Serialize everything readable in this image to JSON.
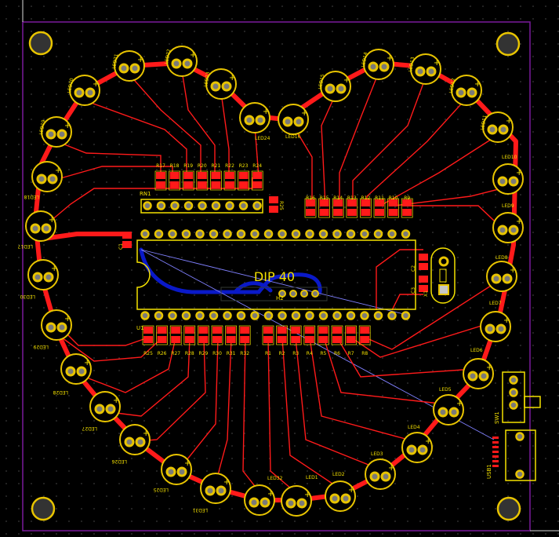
{
  "colors": {
    "background": "#000000",
    "grid_dot": "#3a3a3a",
    "outline": "#7a1a9c",
    "trace_top": "#ff1a1a",
    "trace_bottom": "#0a19c8",
    "pad_ring": "#e8c400",
    "pad_hole": "#7a7a7a",
    "pad_square": "#c8c8c8",
    "silkscreen": "#f4e100",
    "ratsnest": "#8080ff"
  },
  "components": {
    "mcu_label": "DIP 40",
    "mcu_ref": "U1",
    "resnet_ref": "RN1",
    "header_ref": "H2",
    "switch_ref": "SW1",
    "usb_ref": "USB1",
    "crystal_ref": "X1",
    "cap_refs": [
      "C1",
      "C2",
      "C3"
    ],
    "res_r25": "R25",
    "top_res_refs_left": [
      "R17",
      "R18",
      "R19",
      "R20",
      "R21",
      "R22",
      "R23",
      "R24"
    ],
    "top_res_refs_right": [
      "R16",
      "R15",
      "R14",
      "R13",
      "R12",
      "R11",
      "R10",
      "R9"
    ],
    "bottom_res_refs_left": [
      "R25",
      "R26",
      "R27",
      "R28",
      "R29",
      "R30",
      "R31",
      "R32"
    ],
    "bottom_res_refs_right": [
      "R1",
      "R2",
      "R3",
      "R4",
      "R5",
      "R6",
      "R7",
      "R8"
    ]
  },
  "leds": [
    {
      "ref": "LED1"
    },
    {
      "ref": "LED2"
    },
    {
      "ref": "LED3"
    },
    {
      "ref": "LED4"
    },
    {
      "ref": "LED5"
    },
    {
      "ref": "LED6"
    },
    {
      "ref": "LED7"
    },
    {
      "ref": "LED8"
    },
    {
      "ref": "LED9"
    },
    {
      "ref": "LED10"
    },
    {
      "ref": "LED11"
    },
    {
      "ref": "LED12"
    },
    {
      "ref": "LED13"
    },
    {
      "ref": "LED14"
    },
    {
      "ref": "LED15"
    },
    {
      "ref": "LED16"
    },
    {
      "ref": "LED17"
    },
    {
      "ref": "LED18"
    },
    {
      "ref": "LED19"
    },
    {
      "ref": "LED20"
    },
    {
      "ref": "LED21"
    },
    {
      "ref": "LED22"
    },
    {
      "ref": "LED23"
    },
    {
      "ref": "LED24"
    },
    {
      "ref": "LED25"
    },
    {
      "ref": "LED26"
    },
    {
      "ref": "LED27"
    },
    {
      "ref": "LED28"
    },
    {
      "ref": "LED29"
    },
    {
      "ref": "LED30"
    },
    {
      "ref": "LED31"
    },
    {
      "ref": "LED32"
    }
  ]
}
